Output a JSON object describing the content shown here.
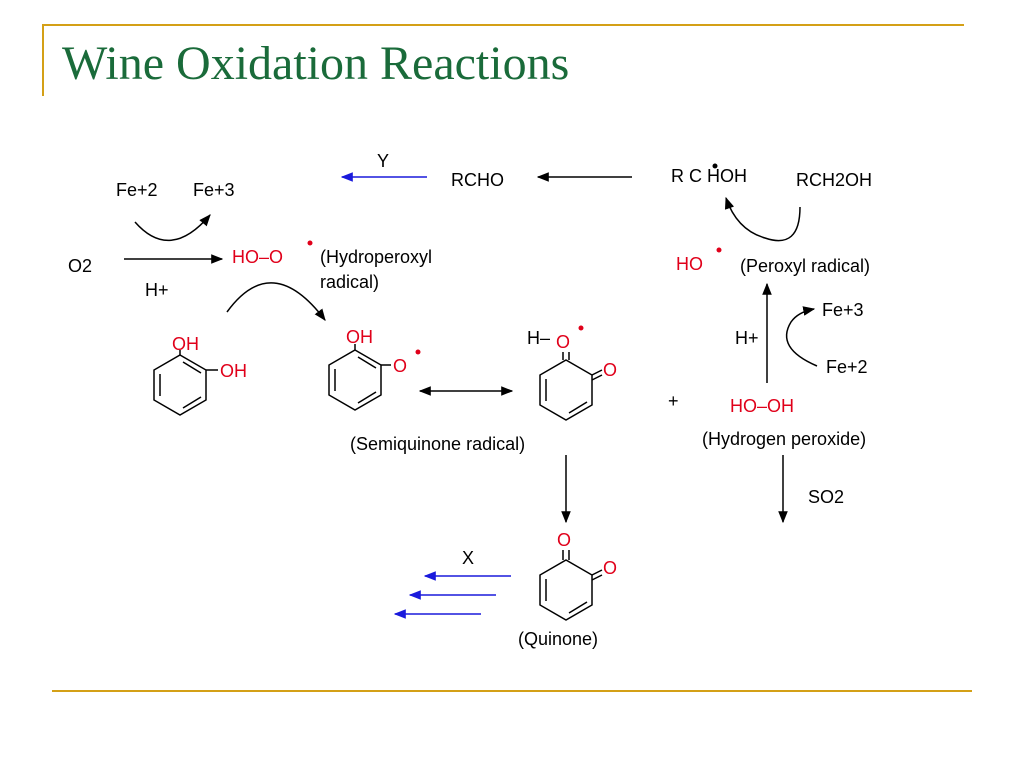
{
  "slide": {
    "title": "Wine Oxidation Reactions"
  },
  "labels": {
    "fe2_left": "Fe+2",
    "fe3_left": "Fe+3",
    "o2": "O2",
    "h_plus_left": "H+",
    "hydroperoxyl_formula": "HO–O",
    "hydroperoxyl_name_1": "(Hydroperoxyl",
    "hydroperoxyl_name_2": "radical)",
    "y_label": "Y",
    "rcho": "RCHO",
    "rc_hoh": "R C HOH",
    "rch2oh": "RCH2OH",
    "ho_radical": "HO",
    "peroxyl_name": "(Peroxyl radical)",
    "h_plus_right": "H+",
    "fe3_right": "Fe+3",
    "fe2_right": "Fe+2",
    "plus_sign": "+",
    "hydrogen_peroxide_formula": "HO–OH",
    "hydrogen_peroxide_name": "(Hydrogen peroxide)",
    "so2": "SO2",
    "semiquinone_name": "(Semiquinone radical)",
    "x_label": "X",
    "quinone_name": "(Quinone)",
    "oh": "OH",
    "o": "O",
    "h_dash": "H–"
  },
  "colors": {
    "title": "#1a6b3a",
    "frame": "#d4a017",
    "oxygen": "#e0001a",
    "blue_arrow": "#1a1adc"
  }
}
